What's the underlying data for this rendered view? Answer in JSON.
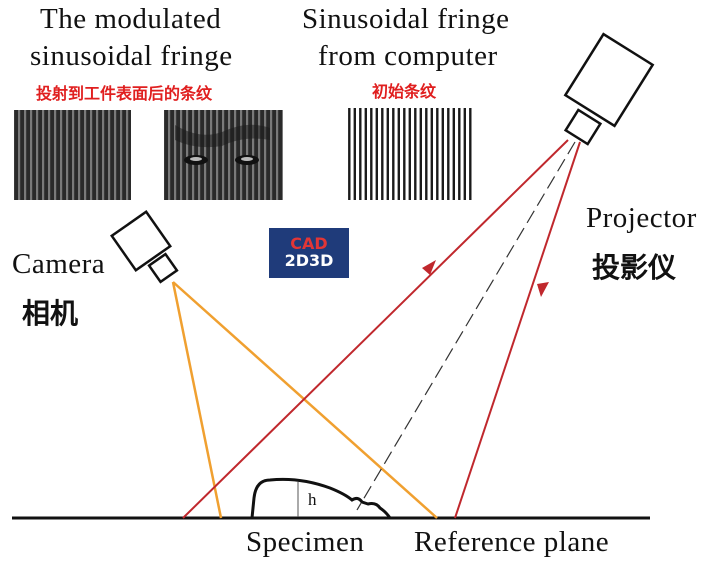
{
  "labels": {
    "modulated_title_line1": "The modulated",
    "modulated_title_line2": "sinusoidal fringe",
    "modulated_title_cn": "投射到工件表面后的条纹",
    "computer_title_line1": "Sinusoidal fringe",
    "computer_title_line2": "from computer",
    "computer_title_cn": "初始条纹",
    "camera_en": "Camera",
    "camera_cn": "相机",
    "projector_en": "Projector",
    "projector_cn": "投影仪",
    "height_symbol": "h",
    "specimen": "Specimen",
    "reference_plane": "Reference plane"
  },
  "logo": {
    "line1": "CAD",
    "line2": "2D3D"
  },
  "colors": {
    "projector_ray": "#c0282d",
    "camera_ray": "#f0a030",
    "annotation_red": "#e01f1f",
    "logo_bg": "#1f3b7a"
  }
}
